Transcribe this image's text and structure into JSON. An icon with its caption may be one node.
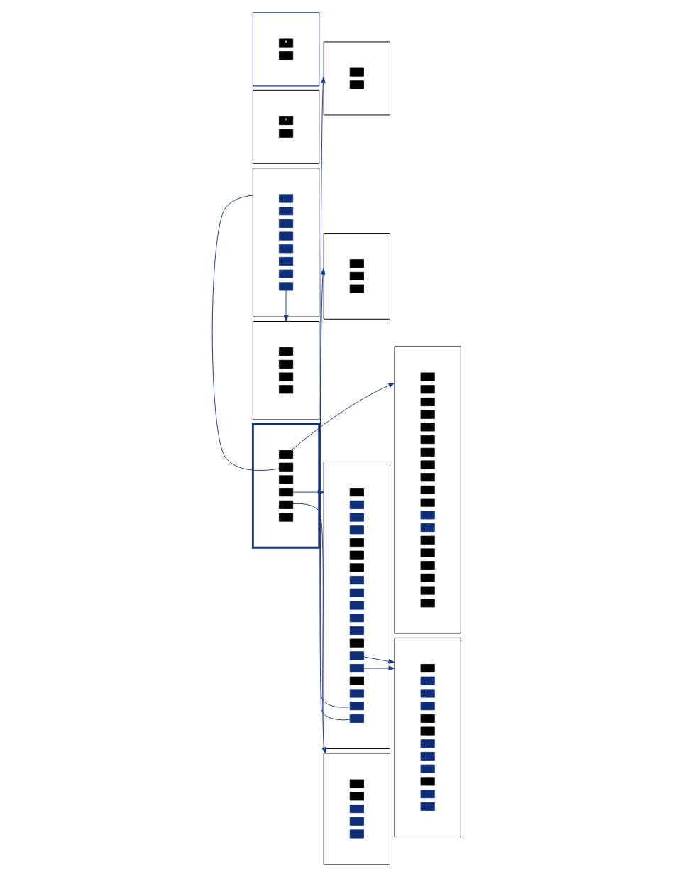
{
  "diagram": {
    "nodes": [
      {
        "text": [],
        "shape": "band"
      },
      {
        "text": [
          "*"
        ],
        "in": 0
      },
      {
        "text": [],
        "shape": "box",
        "in": 0
      },
      {
        "text": [],
        "shape": "box"
      },
      {
        "text": [
          "*"
        ],
        "in": 3
      },
      {
        "text": [],
        "shape": "box",
        "in": 3
      },
      {
        "text": [],
        "shape": "box"
      },
      {
        "text": [],
        "shape": "box",
        "in": 6
      },
      {
        "text": [],
        "shape": "box",
        "in": 6
      },
      {
        "text": [],
        "shape": "box",
        "in": 6
      },
      {
        "text": [],
        "shape": "box",
        "in": 6
      },
      {
        "text": [],
        "shape": "box",
        "in": 6
      },
      {
        "text": [],
        "shape": "box",
        "in": 6
      },
      {
        "text": [],
        "shape": "box"
      },
      {
        "text": [],
        "shape": "box",
        "in": 13
      },
      {
        "text": [],
        "shape": "box",
        "in": 13
      },
      {
        "text": [],
        "shape": "box",
        "in": 13
      },
      {
        "text": [],
        "shape": "box",
        "in": 13
      },
      {
        "text": [],
        "shape": "box",
        "in": 13
      },
      {
        "text": [],
        "shape": "box",
        "in": 13
      },
      {
        "text": [],
        "shape": "box",
        "in": 13
      },
      {
        "text": [],
        "shape": "box",
        "in": 13
      },
      {
        "text": [],
        "shape": "box"
      },
      {
        "text": [],
        "shape": "box",
        "in": 22
      },
      {
        "text": [],
        "shape": "box",
        "in": 22
      },
      {
        "text": [],
        "shape": "box",
        "in": 22
      },
      {
        "text": [],
        "shape": "box",
        "in": 22
      },
      {
        "text": [],
        "shape": "box"
      },
      {
        "text": [],
        "shape": "box",
        "in": 27
      },
      {
        "text": [],
        "shape": "box",
        "in": 27
      },
      {
        "text": [],
        "shape": "box",
        "in": 27
      },
      {
        "text": [],
        "shape": "box",
        "in": 27
      },
      {
        "text": [],
        "shape": "box",
        "in": 27
      },
      {
        "text": [],
        "shape": "box",
        "in": 27
      },
      {
        "text": [],
        "shape": "box",
        "in": 27
      },
      {
        "text": [],
        "shape": "box",
        "in": 27
      },
      {
        "text": [],
        "shape": "box",
        "in": 27
      },
      {
        "text": [],
        "shape": "box",
        "in": 27
      },
      {
        "text": [],
        "shape": "box",
        "in": 27
      },
      {
        "text": [],
        "shape": "box",
        "in": 27
      },
      {
        "text": [],
        "shape": "box",
        "in": 27
      },
      {
        "text": [],
        "shape": "box",
        "in": 27
      },
      {
        "text": [],
        "shape": "box",
        "in": 27
      },
      {
        "text": [],
        "shape": "box",
        "in": 27
      },
      {
        "text": [],
        "shape": "box",
        "in": 27
      },
      {
        "text": [],
        "shape": "box",
        "in": 27
      },
      {
        "text": [],
        "shape": "box",
        "in": 27
      },
      {
        "text": [],
        "shape": "box"
      },
      {
        "text": [],
        "shape": "box",
        "in": 47
      },
      {
        "text": [],
        "shape": "box",
        "in": 47
      },
      {
        "text": [],
        "shape": "box"
      },
      {
        "text": [],
        "shape": "box",
        "in": 50
      },
      {
        "text": [],
        "shape": "box",
        "in": 50
      },
      {
        "text": [],
        "shape": "box",
        "in": 50
      },
      {
        "text": [],
        "shape": "box"
      },
      {
        "text": [],
        "shape": "box",
        "in": 54
      },
      {
        "text": [],
        "shape": "box",
        "in": 54
      },
      {
        "text": [],
        "shape": "box",
        "in": 54
      },
      {
        "text": [],
        "shape": "box",
        "in": 54
      },
      {
        "text": [],
        "shape": "box",
        "in": 54
      },
      {
        "text": [],
        "shape": "box"
      },
      {
        "text": [],
        "shape": "box",
        "in": 60
      },
      {
        "text": [],
        "shape": "box",
        "in": 60
      },
      {
        "text": [],
        "shape": "box",
        "in": 60
      },
      {
        "text": [],
        "shape": "box",
        "in": 60
      },
      {
        "text": [],
        "shape": "box",
        "in": 60
      },
      {
        "text": [],
        "shape": "box",
        "in": 60
      },
      {
        "text": [],
        "shape": "box",
        "in": 60
      },
      {
        "text": [],
        "shape": "box",
        "in": 60
      },
      {
        "text": [],
        "shape": "box",
        "in": 60
      },
      {
        "text": [],
        "shape": "box",
        "in": 60
      },
      {
        "text": [],
        "shape": "box",
        "in": 60
      },
      {
        "text": [],
        "shape": "box",
        "in": 60
      },
      {
        "text": [],
        "shape": "box",
        "in": 60
      },
      {
        "text": [],
        "shape": "box",
        "in": 60
      },
      {
        "text": [],
        "shape": "box",
        "in": 60
      },
      {
        "text": [],
        "shape": "box",
        "in": 60
      },
      {
        "text": [],
        "shape": "box",
        "in": 60
      },
      {
        "text": [],
        "shape": "box",
        "in": 60
      },
      {
        "text": [],
        "shape": "box",
        "in": 60
      },
      {
        "text": [],
        "shape": "box"
      },
      {
        "text": [],
        "shape": "box",
        "in": 80
      },
      {
        "text": [],
        "shape": "box",
        "in": 80
      },
      {
        "text": [],
        "shape": "box",
        "in": 80
      },
      {
        "text": [],
        "shape": "box",
        "in": 80
      },
      {
        "text": [],
        "shape": "box",
        "in": 80
      },
      {
        "text": [],
        "shape": "box",
        "in": 80
      },
      {
        "text": [],
        "shape": "box",
        "in": 80
      },
      {
        "text": [],
        "shape": "box",
        "in": 80
      },
      {
        "text": [],
        "shape": "box",
        "in": 80
      },
      {
        "text": [],
        "shape": "box",
        "in": 80
      },
      {
        "text": [],
        "shape": "box",
        "in": 80
      },
      {
        "text": [],
        "shape": "box",
        "in": 80
      }
    ],
    "edges": [
      {
        "from": 7,
        "to": 60,
        "arrow": "to"
      },
      {
        "from": 8,
        "to": 13,
        "arrow": "none"
      },
      {
        "from": 10,
        "to": 27,
        "arrow": "to"
      },
      {
        "from": 11,
        "to": 54,
        "arrow": "to"
      },
      {
        "from": 21,
        "to": 22,
        "arrow": "to"
      },
      {
        "from": 41,
        "to": 80,
        "arrow": "to"
      },
      {
        "from": 42,
        "to": 80,
        "arrow": "to"
      },
      {
        "from": 45,
        "to": 47,
        "arrow": "to"
      },
      {
        "from": 46,
        "to": 50,
        "arrow": "to"
      }
    ]
  }
}
